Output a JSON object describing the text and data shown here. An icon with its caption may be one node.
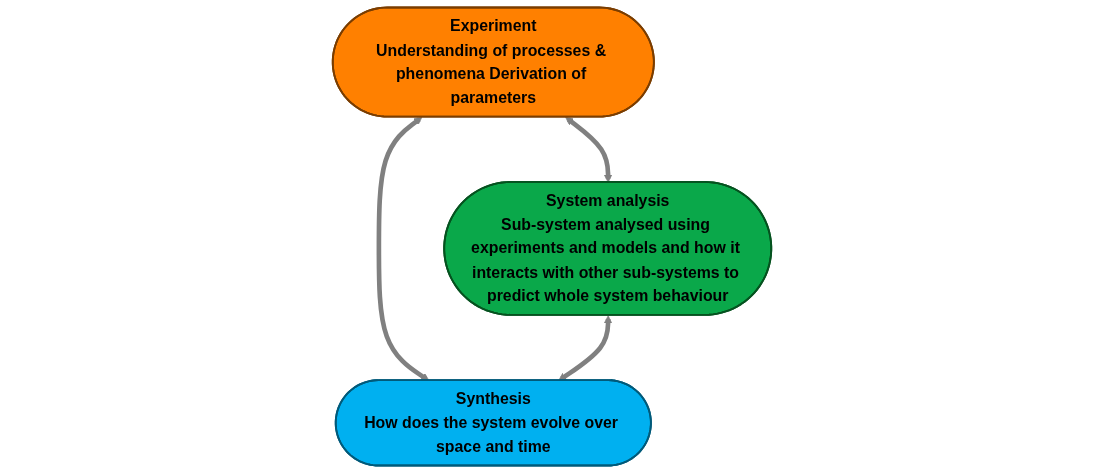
{
  "diagram": {
    "nodes": [
      {
        "text": [
          "Experiment",
          "Understanding of processes & phenomena Derivation of parameters"
        ]
      },
      {
        "text": [
          "System analysis",
          "Sub-system analysed using experiments and models and how it interacts with other sub-systems to predict whole system behaviour"
        ]
      },
      {
        "text": [
          "Synthesis",
          "How does the system evolve over space and time"
        ]
      }
    ],
    "edges": [
      {
        "from": 0,
        "to": 1,
        "arrow": "both"
      },
      {
        "from": 0,
        "to": 2,
        "arrow": "both"
      },
      {
        "from": 1,
        "to": 2,
        "arrow": "both"
      }
    ]
  }
}
